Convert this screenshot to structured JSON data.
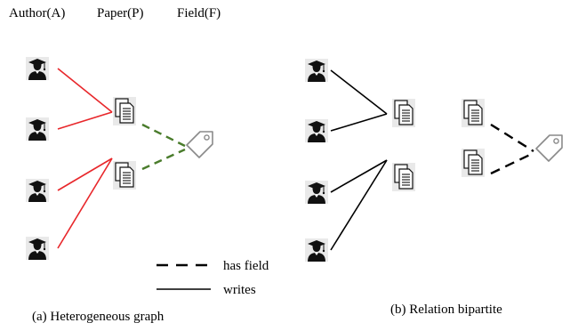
{
  "header": {
    "author": "Author(A)",
    "paper": "Paper(P)",
    "field": "Field(F)"
  },
  "legend": {
    "has_field": "has field",
    "writes": "writes"
  },
  "captions": {
    "a": "(a) Heterogeneous graph",
    "b": "(b) Relation bipartite"
  },
  "colors": {
    "writes_edge_a": "#e8272b",
    "field_edge_a": "#4a7c2c",
    "edge_b": "#000000"
  },
  "icons": {
    "author": "graduate-icon",
    "paper": "document-icon",
    "field": "tag-icon"
  }
}
